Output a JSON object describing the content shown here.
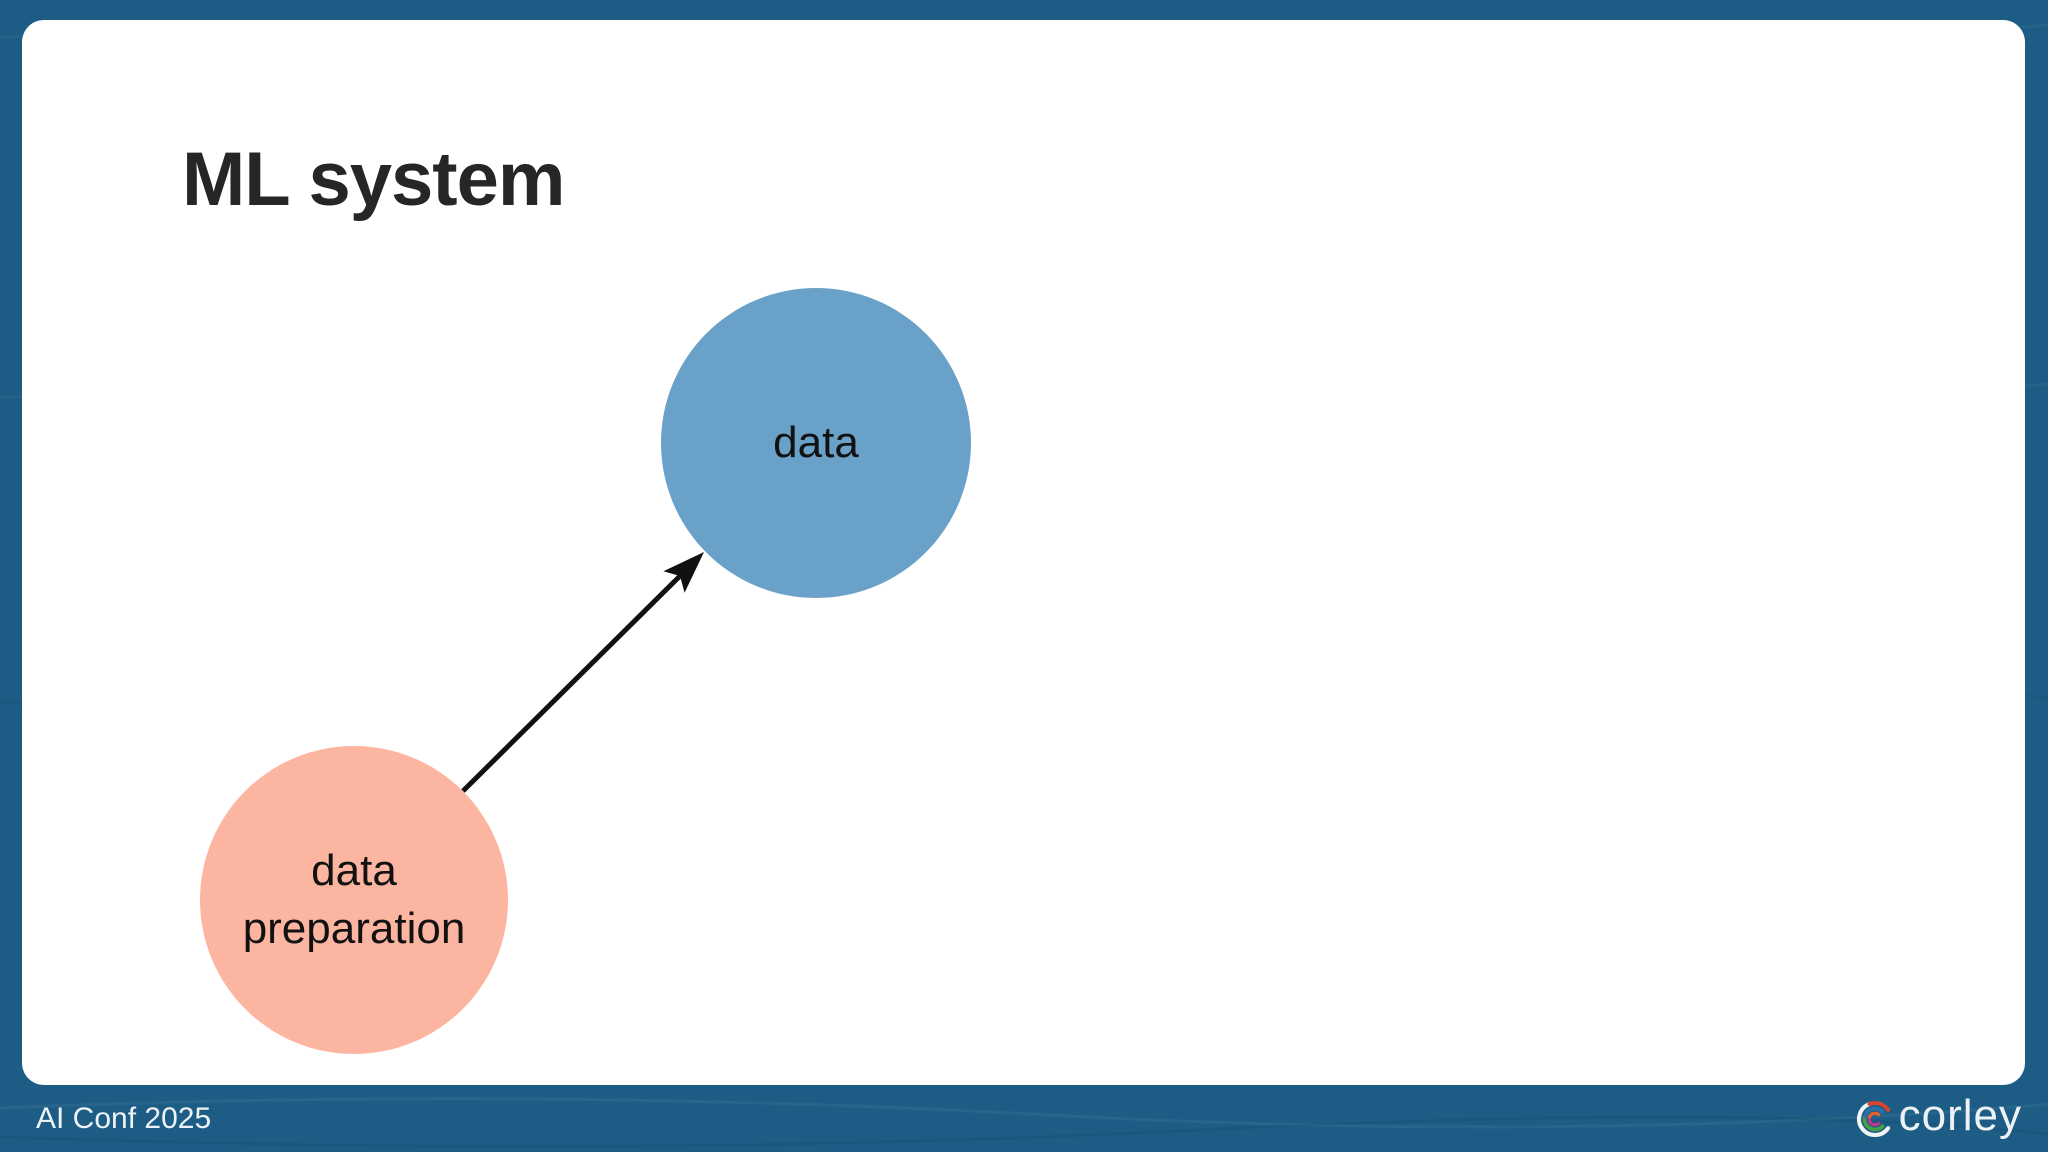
{
  "slide": {
    "title": "ML system"
  },
  "diagram": {
    "type": "node-graph",
    "nodes": [
      {
        "id": "data",
        "label": "data",
        "shape": "circle",
        "color": "#69a1c8"
      },
      {
        "id": "data-preparation",
        "label": "data preparation",
        "shape": "circle",
        "color": "#fcb5a0"
      }
    ],
    "edges": [
      {
        "from": "data-preparation",
        "to": "data",
        "style": "arrow",
        "color": "#111111"
      }
    ]
  },
  "footer": {
    "event": "AI Conf 2025",
    "brand": "corley"
  },
  "icons": {
    "brand_mark": "corley-concentric-c-logo"
  },
  "colors": {
    "frame_bg": "#1d5d85",
    "slide_bg": "#ffffff",
    "node_data": "#69a1c8",
    "node_data_preparation": "#fcb5a0",
    "node_text": "#121212",
    "title_text": "#262626",
    "arrow": "#111111",
    "footer_text": "#edf2f6"
  }
}
